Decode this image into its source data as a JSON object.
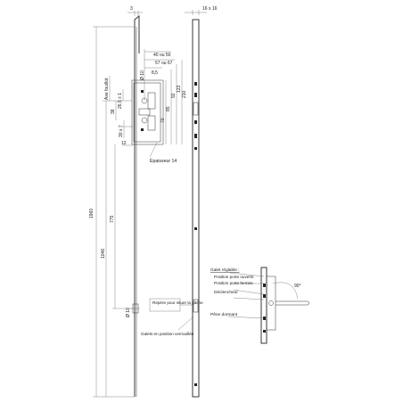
{
  "dimensions": {
    "top_offset": "3",
    "profile": "16 x 16",
    "backset": "40 ou 50",
    "backset_alt": "57 ou 67",
    "cylinder_dia": "Ø 10",
    "small_a": "8,5",
    "handle_axis": "Axe fouillot",
    "val_26_5": "26,5 ± 1",
    "val_38": "38",
    "val_70": "70",
    "val_85": "85",
    "val_92": "92",
    "val_123": "123",
    "val_210": "210",
    "latch": "30 x 7",
    "val_12": "12",
    "thickness": "Épaisseur 14",
    "height_1960": "1960",
    "height_1046": "1046",
    "height_775": "775",
    "roller_dia": "Ø 10"
  },
  "annotations": {
    "marker": "Repère pour situer la gâche",
    "rollers_locked": "Galets en position verrouillée"
  },
  "detail": {
    "adjustable_roller": "Galet réglable :",
    "open_position": "Position porte ouverte",
    "closed_position": "Position porte fermée",
    "trigger": "Déclencheur",
    "dormant_bolt": "Pêne dormant",
    "angle": "90°"
  }
}
